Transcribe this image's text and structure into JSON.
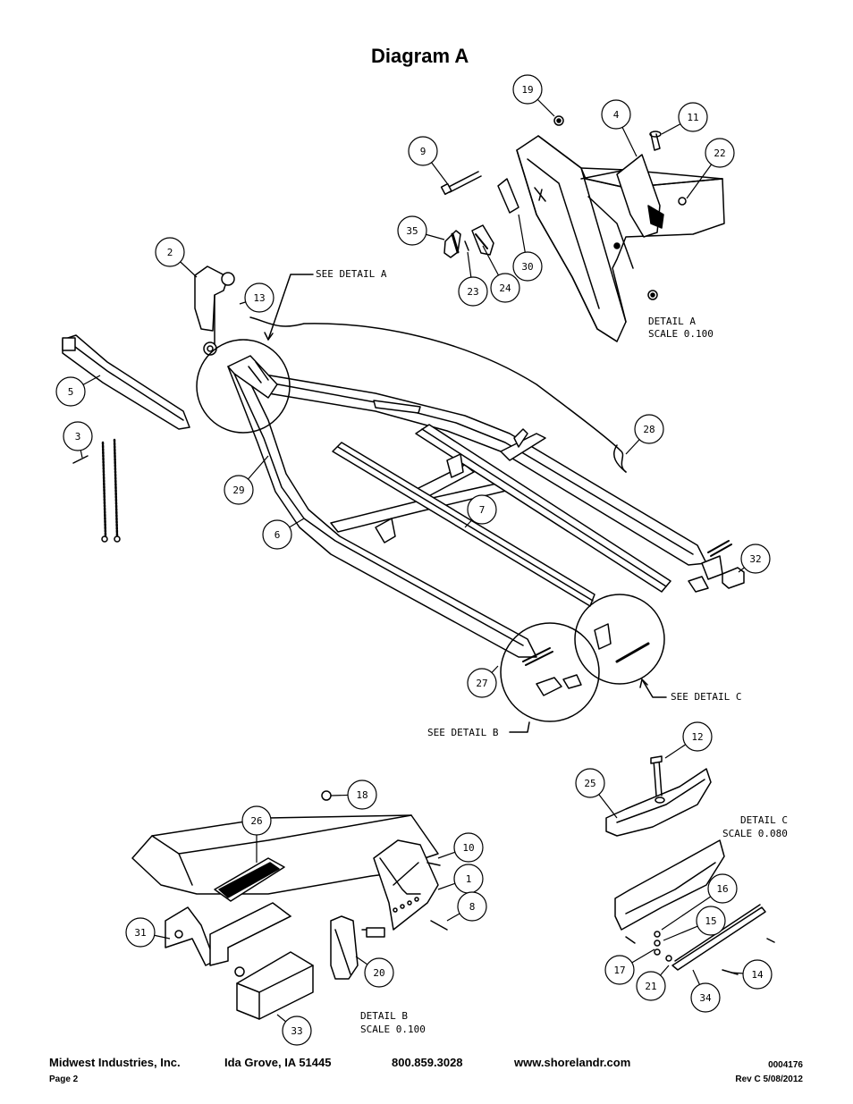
{
  "title": "Diagram A",
  "callouts": [
    {
      "n": "19"
    },
    {
      "n": "4"
    },
    {
      "n": "11"
    },
    {
      "n": "22"
    },
    {
      "n": "9"
    },
    {
      "n": "35"
    },
    {
      "n": "24"
    },
    {
      "n": "23"
    },
    {
      "n": "30"
    },
    {
      "n": "2"
    },
    {
      "n": "13"
    },
    {
      "n": "5"
    },
    {
      "n": "3"
    },
    {
      "n": "28"
    },
    {
      "n": "29"
    },
    {
      "n": "6"
    },
    {
      "n": "7"
    },
    {
      "n": "32"
    },
    {
      "n": "27"
    },
    {
      "n": "12"
    },
    {
      "n": "25"
    },
    {
      "n": "18"
    },
    {
      "n": "26"
    },
    {
      "n": "10"
    },
    {
      "n": "1"
    },
    {
      "n": "8"
    },
    {
      "n": "31"
    },
    {
      "n": "20"
    },
    {
      "n": "33"
    },
    {
      "n": "16"
    },
    {
      "n": "15"
    },
    {
      "n": "17"
    },
    {
      "n": "21"
    },
    {
      "n": "34"
    },
    {
      "n": "14"
    }
  ],
  "labels": {
    "see_detail_a": "SEE DETAIL  A",
    "see_detail_b": "SEE DETAIL  B",
    "see_detail_c": "SEE DETAIL  C",
    "detail_a": "DETAIL  A",
    "scale_a": "SCALE  0.100",
    "detail_b": "DETAIL  B",
    "scale_b": "SCALE  0.100",
    "detail_c": "DETAIL  C",
    "scale_c": "SCALE  0.080"
  },
  "footer": {
    "company": "Midwest Industries, Inc.",
    "city": "Ida Grove, IA  51445",
    "phone": "800.859.3028",
    "website": "www.shorelandr.com",
    "doc_number": "0004176",
    "page": "Page 2",
    "revision": "Rev C  5/08/2012"
  }
}
